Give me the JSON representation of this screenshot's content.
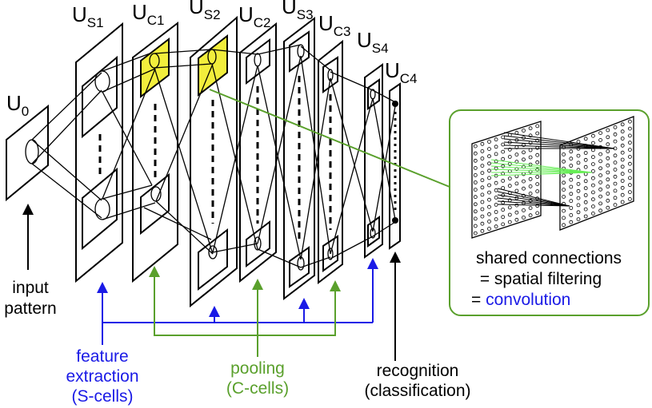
{
  "colors": {
    "black": "#000000",
    "blue": "#1a1ae6",
    "green": "#5aa02c",
    "yellow": "#f2ee3c",
    "bright_green": "#66ee55"
  },
  "layers": [
    {
      "main": "U",
      "sub": "0"
    },
    {
      "main": "U",
      "sub": "S1"
    },
    {
      "main": "U",
      "sub": "C1"
    },
    {
      "main": "U",
      "sub": "S2"
    },
    {
      "main": "U",
      "sub": "C2"
    },
    {
      "main": "U",
      "sub": "S3"
    },
    {
      "main": "U",
      "sub": "C3"
    },
    {
      "main": "U",
      "sub": "S4"
    },
    {
      "main": "U",
      "sub": "C4"
    }
  ],
  "captions": {
    "input": [
      "input",
      "pattern"
    ],
    "feature": [
      "feature",
      "extraction",
      "(S-cells)"
    ],
    "pooling": [
      "pooling",
      "(C-cells)"
    ],
    "recognition": [
      "recognition",
      "(classification)"
    ]
  },
  "inset": {
    "line1": "shared connections",
    "line2": "= spatial filtering",
    "line3": "= convolution"
  }
}
